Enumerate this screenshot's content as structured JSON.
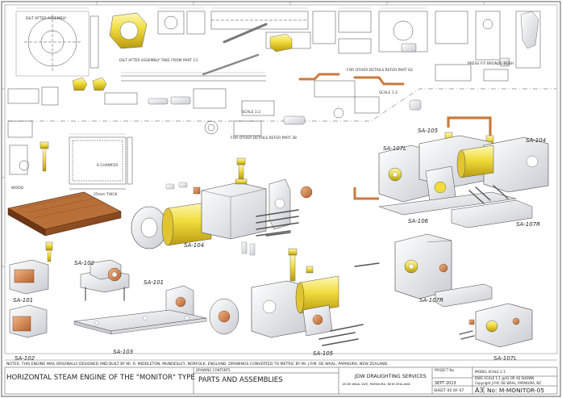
{
  "notes": "NOTES: THIS ENGINE WAS ORIGINALLY DESIGNED AND BUILT BY Mr. R. MIDDLETON, MUNDESLEY, NORFOLK, ENGLAND. DRAWINGS CONVERTED TO METRIC BY Mr. J.P.M. DE WAAL, PAPAKURA, NEW ZEALAND",
  "assembly_labels": {
    "sa105_top": "SA-105",
    "sa104_top": "SA-104",
    "sa107l_top": "SA-107L",
    "sa106": "SA-106",
    "sa107r_top": "SA-107R",
    "sa104_mid": "SA-104",
    "sa102_top": "SA-102",
    "sa101_mid": "SA-101",
    "sa101_left": "SA-101",
    "sa102_bottom": "SA-102",
    "sa103": "SA-103",
    "sa105_bottom": "SA-105",
    "sa107r_mid": "SA-107R",
    "sa107l_bottom": "SA-107L"
  },
  "detail_notes": {
    "dt_after_assembly": "D&T AFTER ASSEMBLY",
    "dt_after_assembly_2": "D&T AFTER ASSEMBLY TAKE FROM PART 13",
    "for_other_details": "FOR OTHER DETAILS REFER PART 62",
    "press_fit": "PRESS FIT BRONZE BUSH",
    "scale_12": "SCALE 1:2",
    "scale_12b": "SCALE 1:2",
    "chamfer": "6 CHAMFER",
    "wood": "WOOD",
    "thick": "25mm THICK",
    "for_other_details_2": "FOR OTHER DETAILS REFER PART 38"
  },
  "title_block": {
    "drawing_title": "HORIZONTAL STEAM ENGINE OF THE \"MONITOR\" TYPE",
    "drawing_contents_hdr": "DRAWING CONTENTS",
    "drawing_contents": "PARTS AND ASSEMBLIES",
    "company": "JDW DRAUGHTING SERVICES",
    "address": "18 DE WAAL AVE, PAPAKURA, NEW ZEALAND",
    "project_hdr": "PROJECT No.",
    "date": "SEPT 2013",
    "sheet": "SHEET 05 OF 07",
    "size": "A3",
    "drawing_no": "No: M-MONITOR-05",
    "model_scale": "MODEL SCALE 1:1",
    "dwg_scale": "DWG SCALE 1:1 @A3 OR AS SHOWN",
    "copyright": "Copyright J.P.M. DE WAAL, PAPAKURA, NZ"
  },
  "colors": {
    "brass": "#e8c83a",
    "copper": "#d98a4c",
    "wood": "#8a4a22",
    "metal": "#e4e6ea",
    "line": "#333333"
  }
}
